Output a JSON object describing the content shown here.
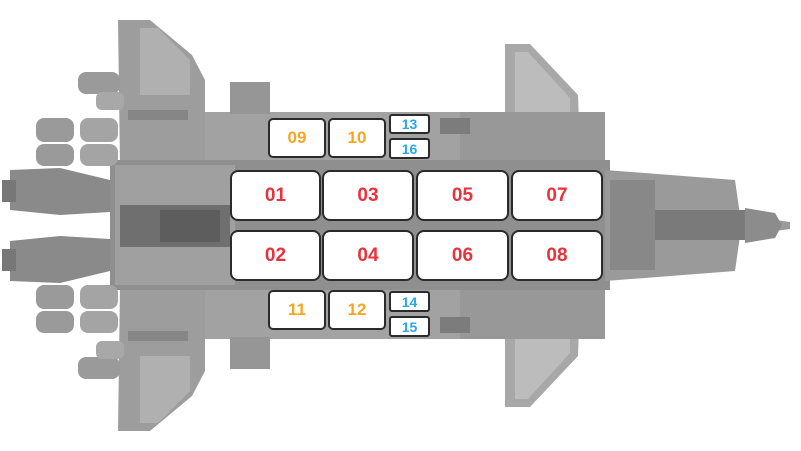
{
  "colors": {
    "large": "#e8323c",
    "medium": "#f5a623",
    "small": "#2aa7e8"
  },
  "slots": {
    "s01": "01",
    "s02": "02",
    "s03": "03",
    "s04": "04",
    "s05": "05",
    "s06": "06",
    "s07": "07",
    "s08": "08",
    "s09": "09",
    "s10": "10",
    "s11": "11",
    "s12": "12",
    "s13": "13",
    "s14": "14",
    "s15": "15",
    "s16": "16"
  }
}
